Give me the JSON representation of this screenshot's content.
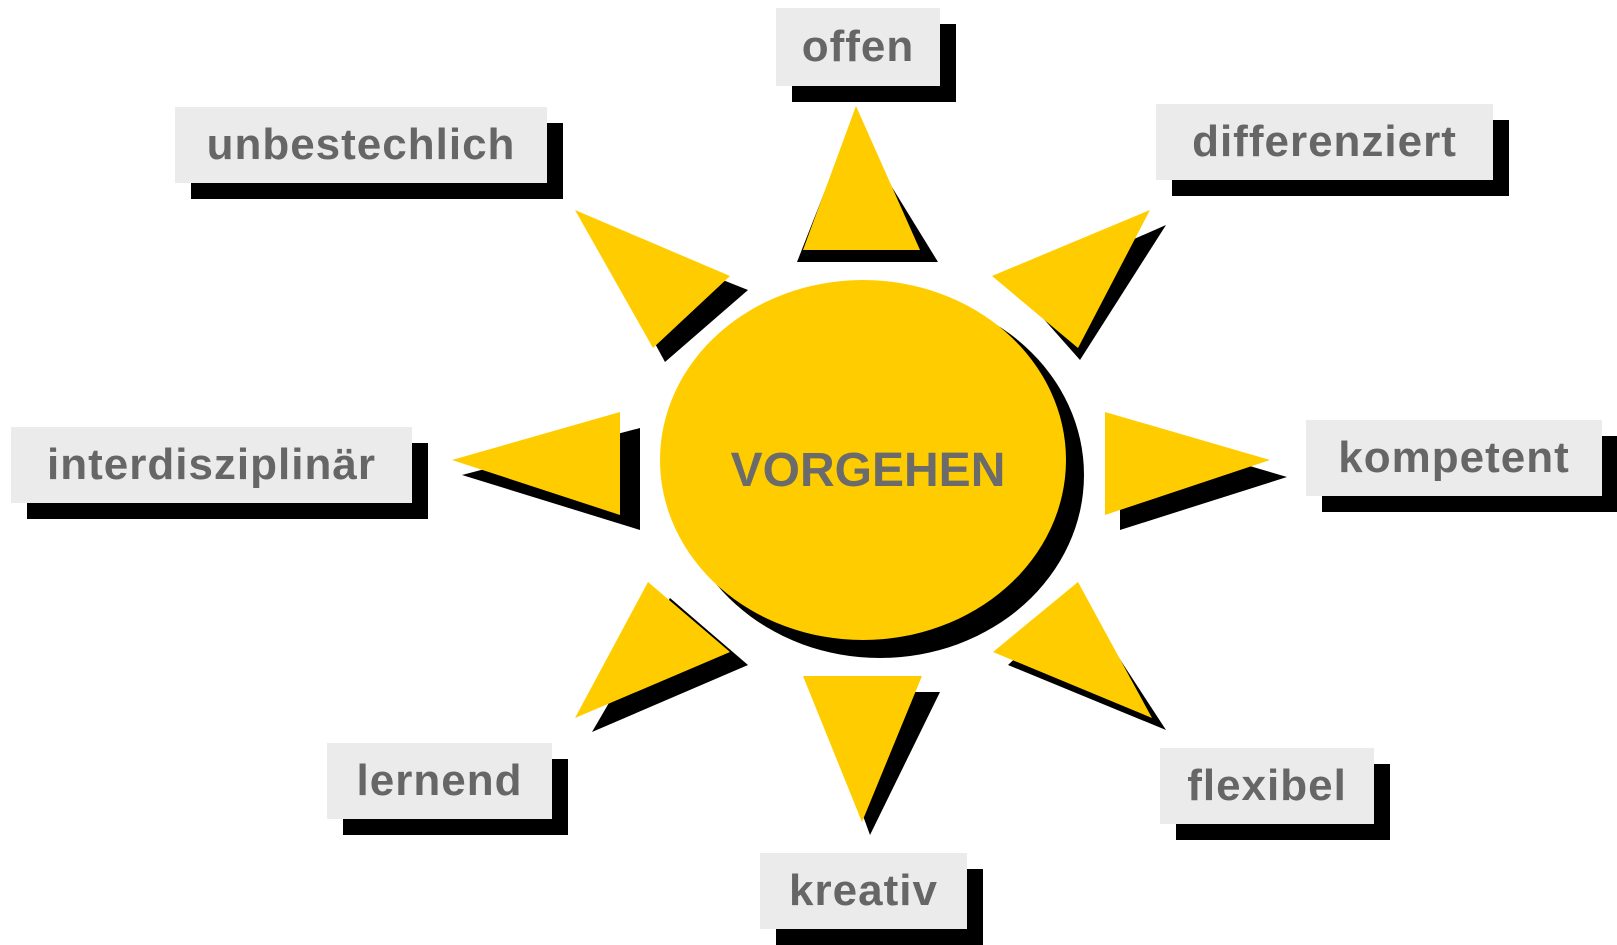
{
  "diagram": {
    "center_label": "VORGEHEN",
    "colors": {
      "sun": "#ffcc00",
      "shadow": "#000000",
      "label_bg": "#ebebeb",
      "label_text": "#666666"
    },
    "attributes": [
      {
        "id": "top",
        "text": "offen"
      },
      {
        "id": "top-right",
        "text": "differenziert"
      },
      {
        "id": "right",
        "text": "kompetent"
      },
      {
        "id": "bottom-right",
        "text": "flexibel"
      },
      {
        "id": "bottom",
        "text": "kreativ"
      },
      {
        "id": "bottom-left",
        "text": "lernend"
      },
      {
        "id": "left",
        "text": "interdisziplinär"
      },
      {
        "id": "top-left",
        "text": "unbestechlich"
      }
    ]
  }
}
